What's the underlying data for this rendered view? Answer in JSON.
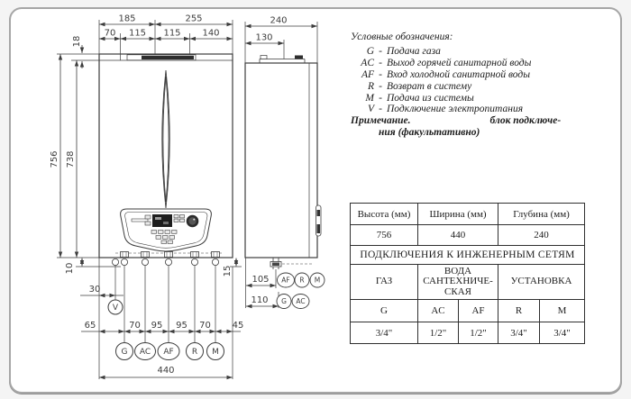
{
  "page": {
    "background": "#f4f4f4",
    "paper": "#ffffff",
    "frame_border": "#a6a6a6",
    "line_color": "#3d3d3d"
  },
  "front_view": {
    "top_dims_row1": [
      "185",
      "255"
    ],
    "top_dims_row2": [
      "70",
      "115",
      "115",
      "140"
    ],
    "height_total": "756",
    "height_inner": "738",
    "top_offset": "18",
    "bottom_offset_left": "10",
    "bottom_offset_right": "15",
    "power_offset": "30",
    "bottom_dims": [
      "65",
      "70",
      "95",
      "95",
      "70",
      "45"
    ],
    "width_total": "440",
    "ports": [
      "G",
      "AC",
      "AF",
      "R",
      "M"
    ],
    "power_port": "V"
  },
  "side_view": {
    "depth_total": "240",
    "flue_offset": "130",
    "row1_offset": "105",
    "row2_offset": "110",
    "row1_ports": [
      "AF",
      "R",
      "M"
    ],
    "row2_ports": [
      "G",
      "AC"
    ]
  },
  "legend": {
    "title": "Условные обозначения:",
    "dash": "-",
    "items": [
      {
        "code": "G",
        "text": "Подача газа"
      },
      {
        "code": "AC",
        "text": "Выход горячей санитарной воды"
      },
      {
        "code": "AF",
        "text": "Вход холодной санитарной воды"
      },
      {
        "code": "R",
        "text": "Возврат в систему"
      },
      {
        "code": "M",
        "text": "Подача из системы"
      },
      {
        "code": "V",
        "text": "Подключение электропитания"
      }
    ],
    "note_label": "Примечание.",
    "note_right": "блок подключе-",
    "note_line2": "ния (факультативно)"
  },
  "spec_table": {
    "headers": [
      "Высота (мм)",
      "Ширина (мм)",
      "Глубина (мм)"
    ],
    "values": [
      "756",
      "440",
      "240"
    ],
    "section_title": "ПОДКЛЮЧЕНИЯ К ИНЖЕНЕРНЫМ СЕТЯМ",
    "groups": [
      "ГАЗ",
      "ВОДА\nСАНТЕХНИЧЕ-\nСКАЯ",
      "УСТАНОВКА"
    ],
    "codes": [
      "G",
      "AC",
      "AF",
      "R",
      "M"
    ],
    "sizes": [
      "3/4\"",
      "1/2\"",
      "1/2\"",
      "3/4\"",
      "3/4\""
    ]
  }
}
